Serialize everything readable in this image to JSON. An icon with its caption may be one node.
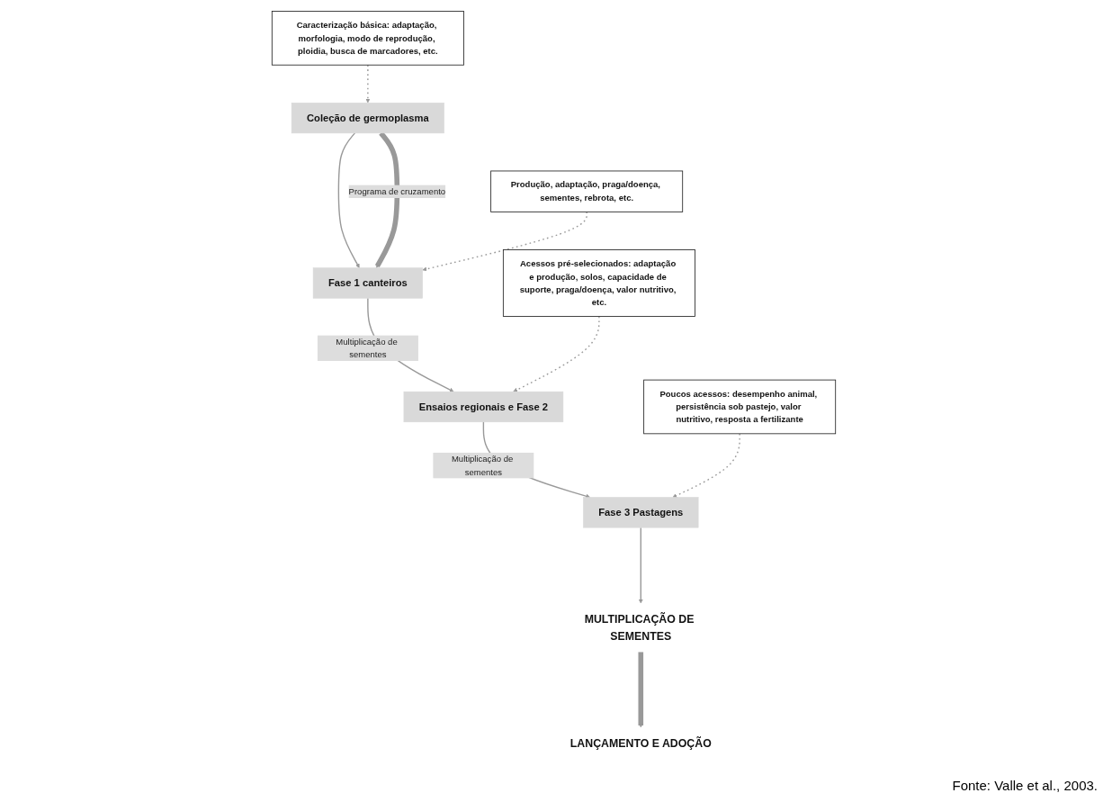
{
  "diagram": {
    "caption": "Fonte: Valle et al., 2003.",
    "nodes": [
      {
        "text": [
          "Coleção de germoplasma"
        ]
      },
      {
        "text": [
          "Caracterização básica: adaptação, morfologia, modo de reprodução, ploidia, busca de marcadores, etc."
        ]
      },
      {
        "text": [
          "Fase 1 canteiros"
        ]
      },
      {
        "text": [
          "Produção, adaptação, praga/doença, sementes, rebrota, etc."
        ]
      },
      {
        "text": [
          "Ensaios regionais e Fase 2"
        ]
      },
      {
        "text": [
          "Acessos pré-selecionados: adaptação e produção, solos, capacidade de suporte, praga/doença, valor nutritivo, etc."
        ]
      },
      {
        "text": [
          "Fase 3 Pastagens"
        ]
      },
      {
        "text": [
          "Poucos acessos: desempenho animal, persistência sob pastejo, valor nutritivo, resposta a fertilizante"
        ]
      },
      {
        "text": [
          "MULTIPLICAÇÃO DE SEMENTES"
        ]
      },
      {
        "text": [
          "LANÇAMENTO E ADOÇÃO"
        ]
      }
    ],
    "edges": [
      {
        "from": 1,
        "to": 0,
        "arrow": "to",
        "style": "dashed"
      },
      {
        "from": 0,
        "to": 2,
        "arrow": "to"
      },
      {
        "from": 0,
        "to": 2,
        "arrow": "to",
        "label": "Programa de cruzamento",
        "style": "thick"
      },
      {
        "from": 3,
        "to": 2,
        "arrow": "to",
        "style": "dashed"
      },
      {
        "from": 2,
        "to": 4,
        "arrow": "to",
        "label": "Multiplicação de sementes"
      },
      {
        "from": 5,
        "to": 4,
        "arrow": "to",
        "style": "dashed"
      },
      {
        "from": 4,
        "to": 6,
        "arrow": "to",
        "label": "Multiplicação de sementes"
      },
      {
        "from": 7,
        "to": 6,
        "arrow": "to",
        "style": "dashed"
      },
      {
        "from": 6,
        "to": 8,
        "arrow": "to"
      },
      {
        "from": 8,
        "to": 9,
        "arrow": "to",
        "style": "thick"
      }
    ]
  }
}
